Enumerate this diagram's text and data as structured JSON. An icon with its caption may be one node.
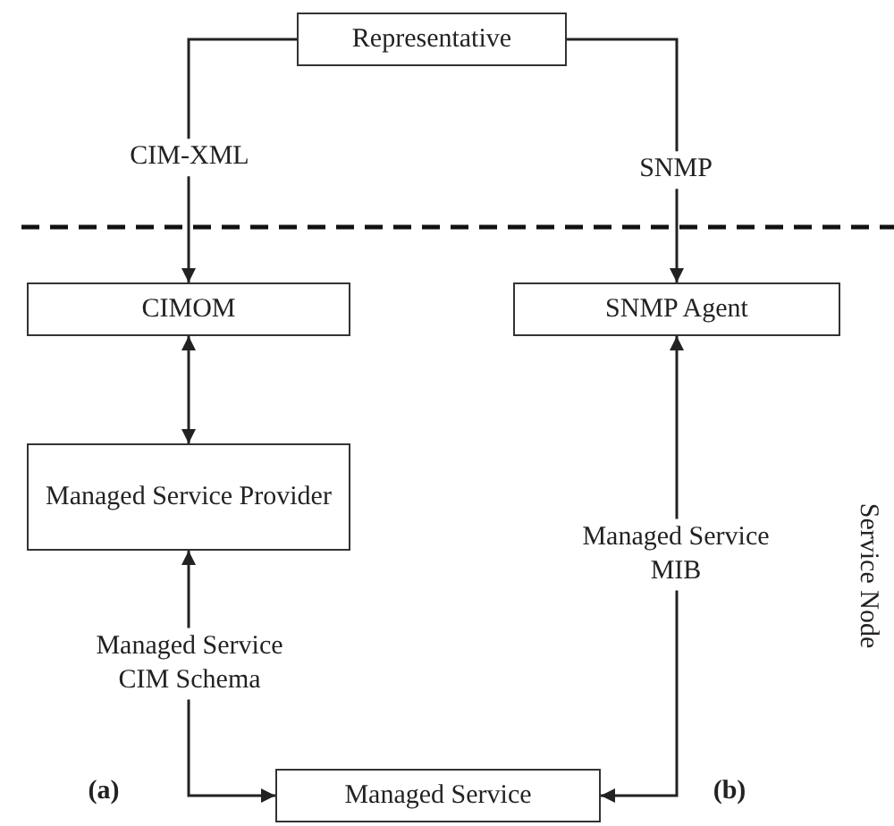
{
  "diagram": {
    "nodes": [
      {
        "text": [
          "Representative"
        ]
      },
      {
        "text": [
          "CIMOM"
        ]
      },
      {
        "text": [
          "SNMP Agent"
        ]
      },
      {
        "text": [
          "Managed Service Provider"
        ]
      },
      {
        "text": [
          "Managed Service"
        ]
      }
    ],
    "edges": [
      {
        "from": 0,
        "to": 1,
        "arrow": "to",
        "label": "CIM-XML"
      },
      {
        "from": 0,
        "to": 2,
        "arrow": "to",
        "label": "SNMP"
      },
      {
        "from": 1,
        "to": 3,
        "arrow": "both"
      },
      {
        "from": 4,
        "to": 3,
        "arrow": "both",
        "label": "Managed Service CIM Schema"
      },
      {
        "from": 4,
        "to": 2,
        "arrow": "both",
        "label": "Managed Service MIB"
      }
    ],
    "labels": [
      "(a)",
      "(b)",
      "Service Node"
    ]
  }
}
